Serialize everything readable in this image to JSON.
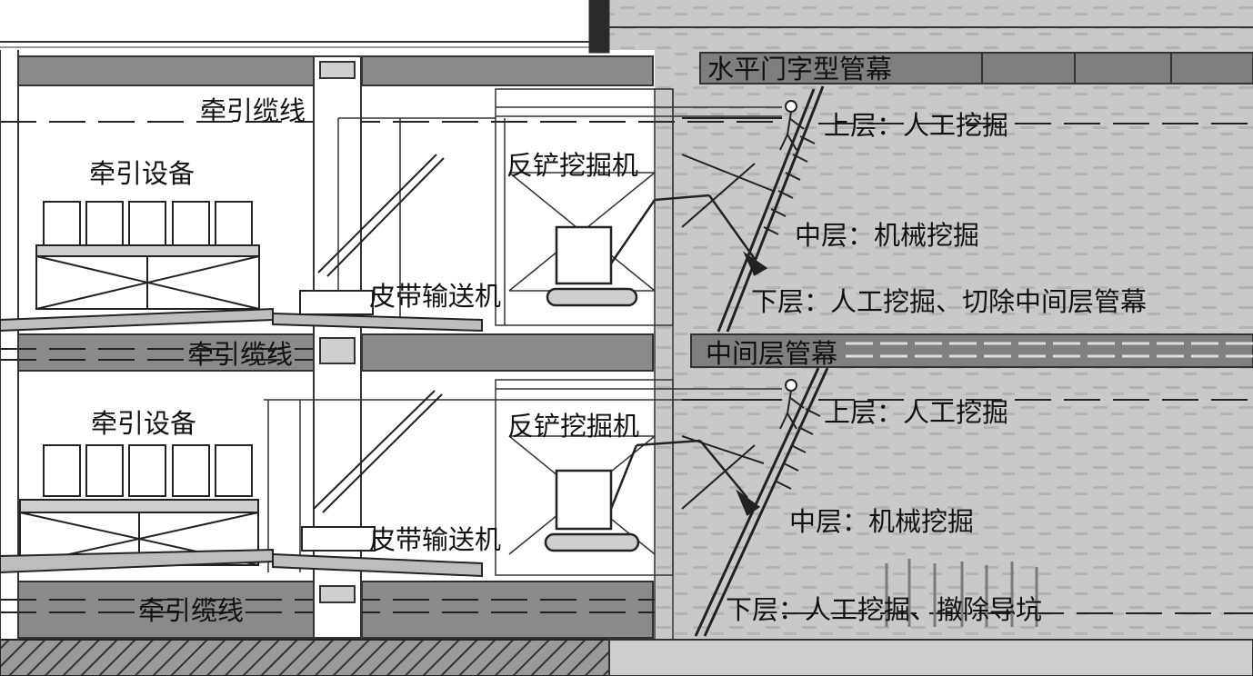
{
  "labels": {
    "traction_cable_1": "牵引缆线",
    "traction_cable_2": "牵引缆线",
    "traction_cable_3": "牵引缆线",
    "traction_device_upper": "牵引设备",
    "traction_device_lower": "牵引设备",
    "backhoe_upper": "反铲挖掘机",
    "backhoe_lower": "反铲挖掘机",
    "belt_conveyor_upper": "皮带输送机",
    "belt_conveyor_lower": "皮带输送机",
    "horizontal_pipe_roof": "水平门字型管幕",
    "middle_pipe_roof": "中间层管幕",
    "upper_layer_manual_1": "上层：人工挖掘",
    "middle_layer_machine_1": "中层：机械挖掘",
    "lower_layer_manual_cut": "下层：人工挖掘、切除中间层管幕",
    "upper_layer_manual_2": "上层：人工挖掘",
    "middle_layer_machine_2": "中层：机械挖掘",
    "lower_layer_manual_remove": "下层：人工挖掘、撤除导坑"
  },
  "colors": {
    "ground": "#bdbdbd",
    "slab": "#8a8a8a",
    "line": "#2a2a2a"
  }
}
